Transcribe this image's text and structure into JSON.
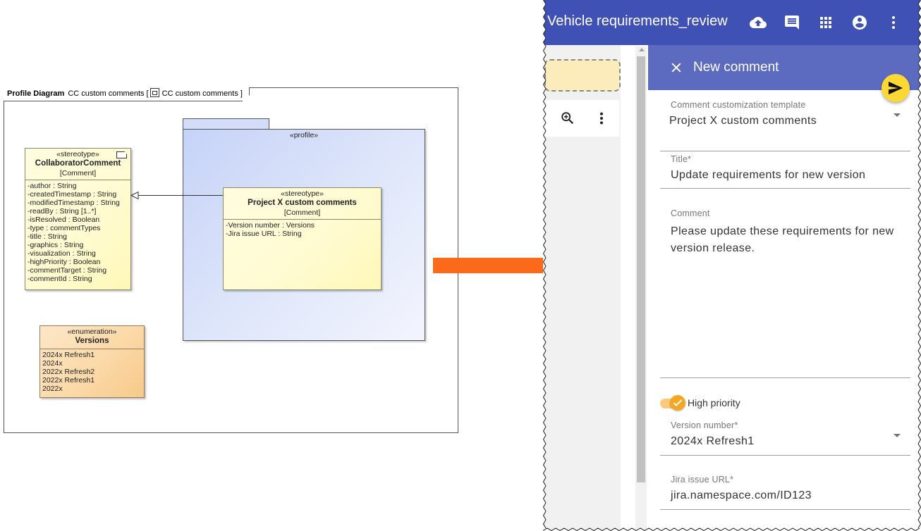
{
  "diagram": {
    "frame_kind": "Profile Diagram",
    "frame_name": "CC custom comments [",
    "frame_ref": "CC custom comments ]",
    "collaborator": {
      "stereotype": "«stereotype»",
      "name": "CollaboratorComment",
      "metaclass": "[Comment]",
      "attributes": [
        "-author : String",
        "-createdTimestamp : String",
        "-modifiedTimestamp : String",
        "-readBy : String [1..*]",
        "-isResolved : Boolean",
        "-type : commentTypes",
        "-title : String",
        "-graphics : String",
        "-visualization : String",
        "-highPriority : Boolean",
        "-commentTarget : String",
        "-commentId : String"
      ]
    },
    "profile_label": "«profile»",
    "projectx": {
      "stereotype": "«stereotype»",
      "name": "Project X custom comments",
      "metaclass": "[Comment]",
      "attributes": [
        "-Version number : Versions",
        "-Jira issue URL : String"
      ]
    },
    "versions": {
      "stereotype": "«enumeration»",
      "name": "Versions",
      "literals": [
        "2024x Refresh1",
        "2024x",
        "2022x Refresh2",
        "2022x Refresh1",
        "2022x"
      ]
    },
    "colors": {
      "arrow": "#fa6a1a",
      "package": "#c6d3f7",
      "stereotype_fill": "#fffbd0",
      "enum_fill": "#fbd9a8"
    }
  },
  "app": {
    "title": "Vehicle requirements_review",
    "topbar_icons": [
      "cloud-upload-icon",
      "comment-icon",
      "apps-grid-icon",
      "account-icon",
      "more-vert-icon"
    ],
    "toolbar_icons": [
      "zoom-in-icon",
      "more-vert-icon"
    ],
    "colors": {
      "topbar": "#3f51b5",
      "panel_header": "#5c6bc0",
      "send": "#fdd835",
      "toggle": "#f5a623"
    },
    "comment_panel": {
      "header": "New comment",
      "template_label": "Comment customization template",
      "template_value": "Project X custom comments",
      "title_label": "Title*",
      "title_value": "Update requirements for new version",
      "comment_label": "Comment",
      "comment_value": "Please update these requirements for new version release.",
      "priority_label": "High priority",
      "priority_on": true,
      "version_label": "Version number*",
      "version_value": "2024x Refresh1",
      "jira_label": "Jira issue URL*",
      "jira_value": "jira.namespace.com/ID123"
    }
  }
}
